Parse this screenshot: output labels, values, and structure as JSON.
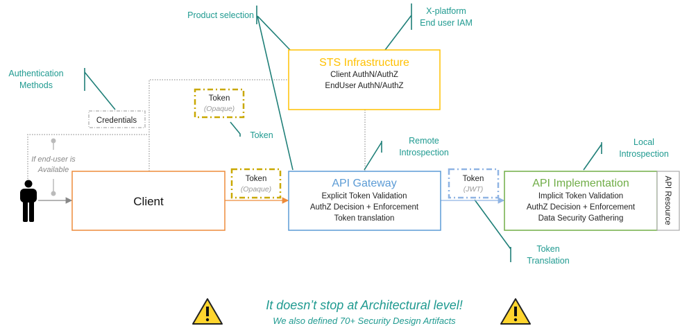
{
  "colors": {
    "teal": "#1f9a90",
    "sts": "#ffc000",
    "gateway": "#5b9bd5",
    "impl": "#70ad47",
    "client": "#ed8b3a",
    "token": "#c9a800"
  },
  "callouts": {
    "product_selection": "Product selection",
    "xplatform": [
      "X-platform",
      "End user IAM"
    ],
    "auth_methods": [
      "Authentication",
      "Methods"
    ],
    "token": "Token",
    "remote_introspection": [
      "Remote",
      "Introspection"
    ],
    "local_introspection": [
      "Local",
      "Introspection"
    ],
    "token_translation": [
      "Token",
      "Translation"
    ]
  },
  "sts": {
    "title": "STS Infrastructure",
    "lines": [
      "Client  AuthN/AuthZ",
      "EndUser  AuthN/AuthZ"
    ]
  },
  "credentials": "Credentials",
  "token_top": {
    "label": "Token",
    "sub": "(Opaque)"
  },
  "token_mid": {
    "label": "Token",
    "sub": "(Opaque)"
  },
  "token_jwt": {
    "label": "Token",
    "sub": "(JWT)"
  },
  "end_user_note": [
    "If end-user is",
    "Available"
  ],
  "client": {
    "title": "Client"
  },
  "gateway": {
    "title": "API Gateway",
    "lines": [
      "Explicit Token Validation",
      "AuthZ Decision + Enforcement",
      "Token translation"
    ]
  },
  "impl": {
    "title": "API Implementation",
    "lines": [
      "Implicit Token Validation",
      "AuthZ Decision + Enforcement",
      "Data Security Gathering"
    ]
  },
  "api_resource": "API Resource",
  "footer": {
    "headline": "It doesn’t stop at Architectural level!",
    "subline": "We also defined 70+ Security Design Artifacts"
  },
  "icons": {
    "person": "person-icon",
    "warning": "warning-icon"
  }
}
